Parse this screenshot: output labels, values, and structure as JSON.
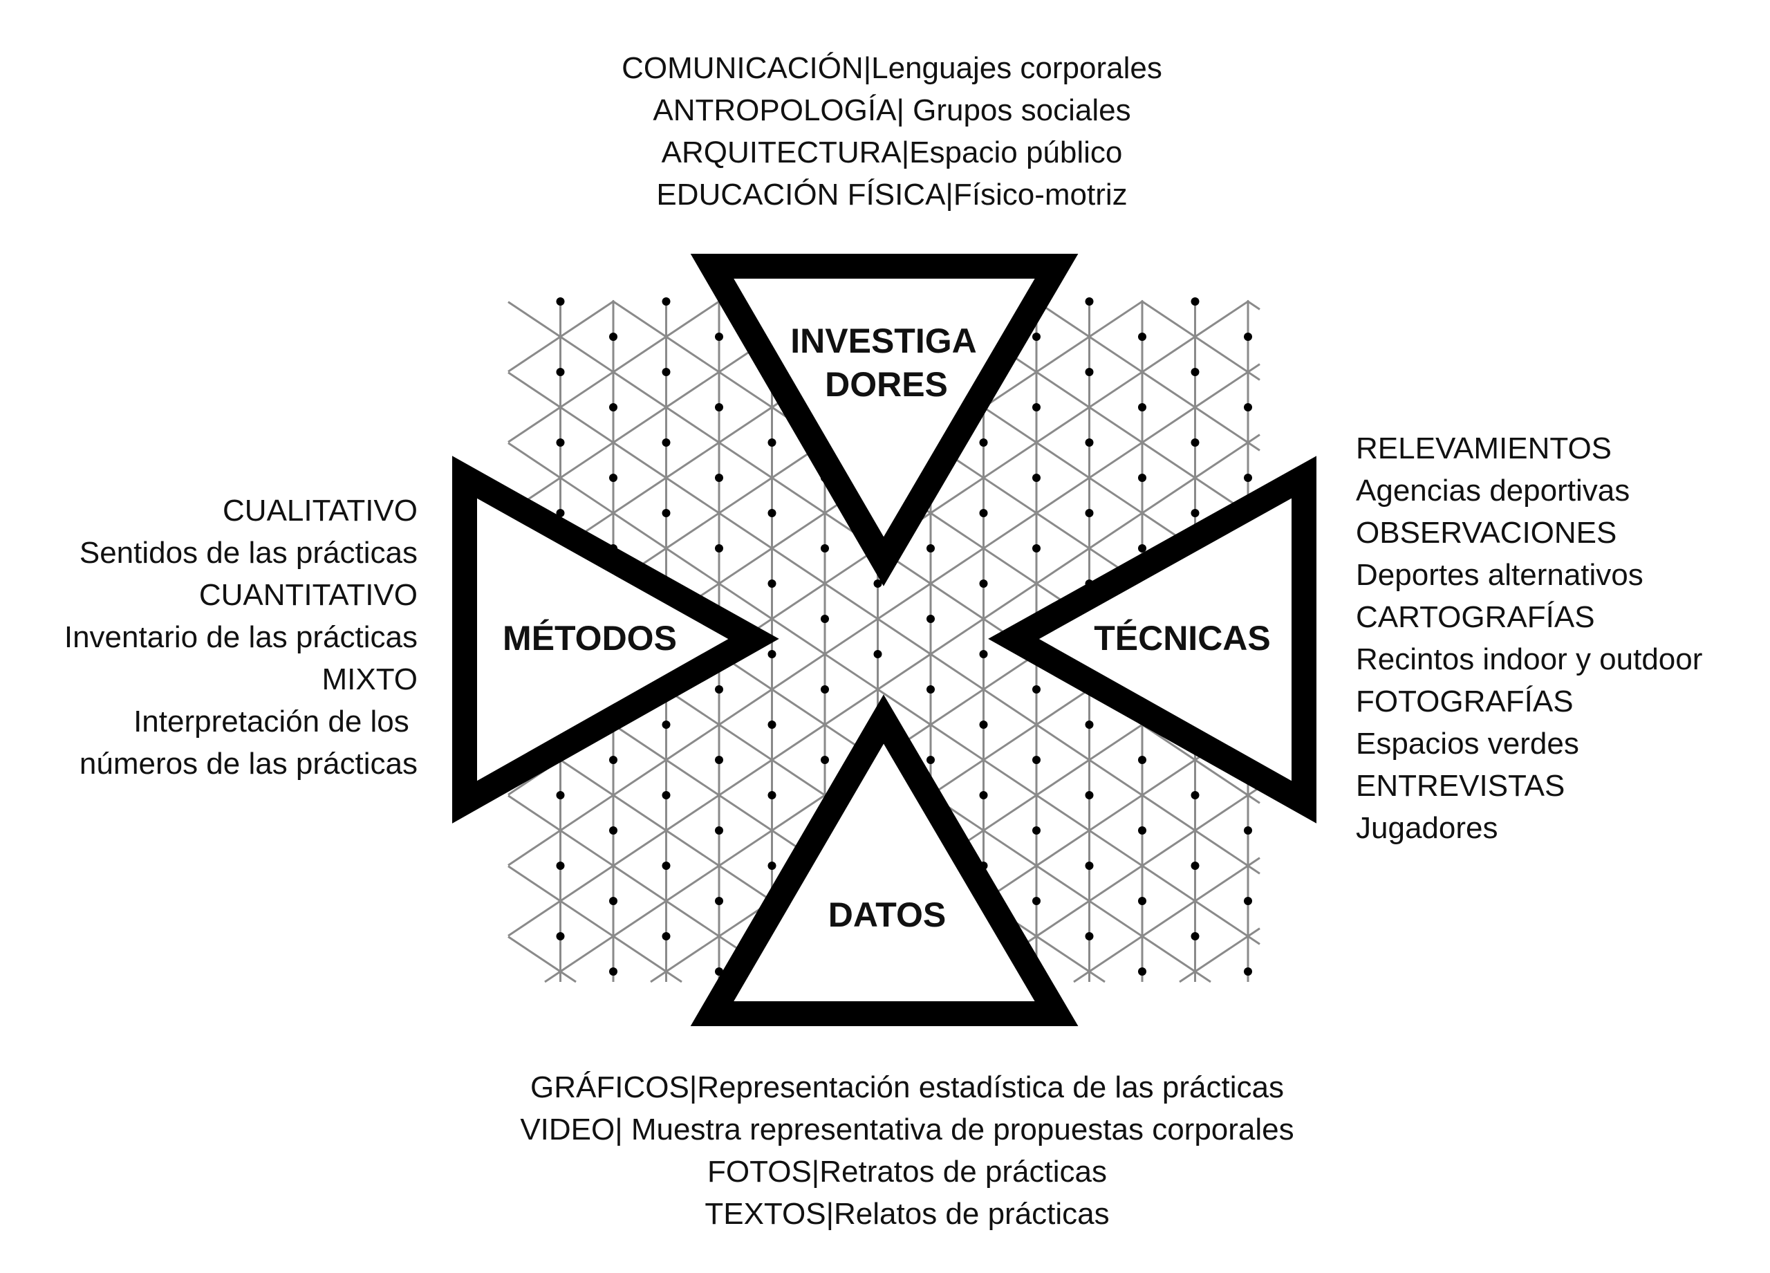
{
  "top_list": [
    "COMUNICACIÓN|Lenguajes corporales",
    "ANTROPOLOGÍA| Grupos sociales",
    "ARQUITECTURA|Espacio público",
    "EDUCACIÓN FÍSICA|Físico-motriz"
  ],
  "left_list": [
    "CUALITATIVO",
    "Sentidos de las prácticas",
    "CUANTITATIVO",
    "Inventario de las prácticas",
    "MIXTO",
    "Interpretación de los ",
    "números de las prácticas"
  ],
  "right_list": [
    "RELEVAMIENTOS",
    "Agencias deportivas",
    "OBSERVACIONES",
    "Deportes alternativos",
    "CARTOGRAFÍAS",
    "Recintos indoor y outdoor",
    "FOTOGRAFÍAS",
    "Espacios verdes",
    "ENTREVISTAS",
    "Jugadores"
  ],
  "bottom_list": [
    "GRÁFICOS|Representación estadística de las prácticas",
    "VIDEO| Muestra representativa de propuestas corporales",
    "FOTOS|Retratos de prácticas",
    "TEXTOS|Relatos de prácticas"
  ],
  "labels": {
    "top_line1": "INVESTIGA",
    "top_line2": "DORES",
    "left": "MÉTODOS",
    "right": "TÉCNICAS",
    "bottom": "DATOS"
  },
  "colors": {
    "stroke": "#000000",
    "grid": "#8a8a8a",
    "background": "#ffffff"
  }
}
